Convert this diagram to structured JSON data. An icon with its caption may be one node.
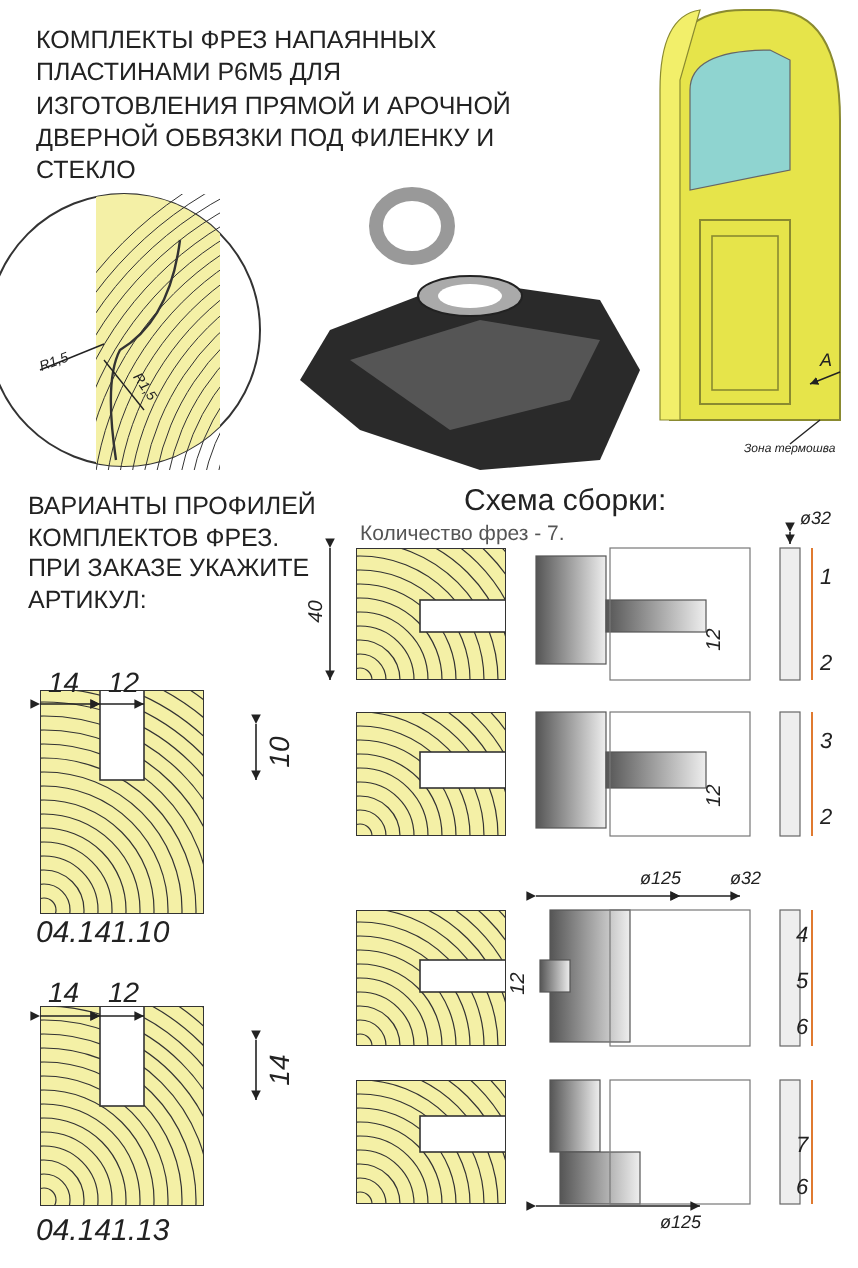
{
  "diagram": {
    "title": "КОМПЛЕКТЫ ФРЕЗ НАПАЯННЫХ ПЛАСТИНАМИ Р6М5 ДЛЯ ИЗГОТОВЛЕНИЯ ПРЯМОЙ И АРОЧНОЙ ДВЕРНОЙ ОБВЯЗКИ ПОД ФИЛЕНКУ И СТЕКЛО",
    "nodes": [
      {
        "text": [],
        "shape": "picture"
      },
      {
        "text": [
          "Зона термошва"
        ]
      }
    ],
    "edges": [
      {
        "from": 1,
        "to": 0,
        "arrow": "none"
      }
    ],
    "labels": [
      "R1,5",
      "R1,5",
      "A",
      "ВАРИАНТЫ ПРОФИЛЕЙ КОМПЛЕКТОВ ФРЕЗ. ПРИ ЗАКАЗЕ УКАЖИТЕ АРТИКУЛ:",
      "Схема сборки:",
      "Количество фрез - 7.",
      "ø32",
      "40",
      "1",
      "12",
      "2",
      "14",
      "12",
      "10",
      "3",
      "12",
      "2",
      "04.141.10",
      "14",
      "12",
      "ø125",
      "ø32",
      "4",
      "12",
      "5",
      "6",
      "14",
      "7",
      "6",
      "04.141.13",
      "ø125"
    ]
  }
}
